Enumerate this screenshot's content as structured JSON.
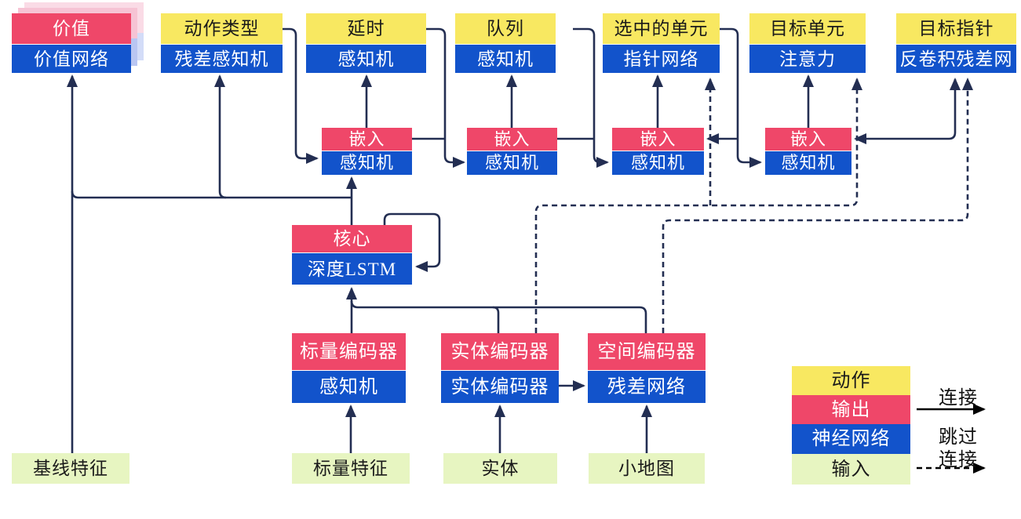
{
  "diagram": {
    "title_hint": "AlphaStar-style agent architecture (Chinese)",
    "colors": {
      "action_yellow": "#f8e861",
      "output_red": "#ef4769",
      "network_blue": "#1253cb",
      "input_green": "#e7f5c1",
      "wire_navy": "#232e52",
      "legend_arrow_black": "#000000"
    },
    "heads": {
      "value": {
        "header": "价值",
        "body": "价值网络"
      },
      "action_type": {
        "header": "动作类型",
        "body": "残差感知机"
      },
      "delay": {
        "header": "延时",
        "body": "感知机"
      },
      "queue": {
        "header": "队列",
        "body": "感知机"
      },
      "selected_units": {
        "header": "选中的单元",
        "body": "指针网络"
      },
      "target_unit": {
        "header": "目标单元",
        "body": "注意力"
      },
      "target_point": {
        "header": "目标指针",
        "body": "反卷积残差网"
      }
    },
    "embeddings": {
      "embed1": {
        "header": "嵌入",
        "body": "感知机"
      },
      "embed2": {
        "header": "嵌入",
        "body": "感知机"
      },
      "embed3": {
        "header": "嵌入",
        "body": "感知机"
      },
      "embed4": {
        "header": "嵌入",
        "body": "感知机"
      }
    },
    "core": {
      "header": "核心",
      "body": "深度LSTM"
    },
    "encoders": {
      "scalar": {
        "header": "标量编码器",
        "body": "感知机"
      },
      "entity": {
        "header": "实体编码器",
        "body": "实体编码器"
      },
      "spatial": {
        "header": "空间编码器",
        "body": "残差网络"
      }
    },
    "inputs": {
      "baseline_features": {
        "label": "基线特征"
      },
      "scalar_features": {
        "label": "标量特征"
      },
      "entities": {
        "label": "实体"
      },
      "minimap": {
        "label": "小地图"
      }
    },
    "legend": {
      "action": "动作",
      "output": "输出",
      "neural_network": "神经网络",
      "input": "输入",
      "connection": "连接",
      "skip_line1": "跳过",
      "skip_line2": "连接"
    }
  }
}
